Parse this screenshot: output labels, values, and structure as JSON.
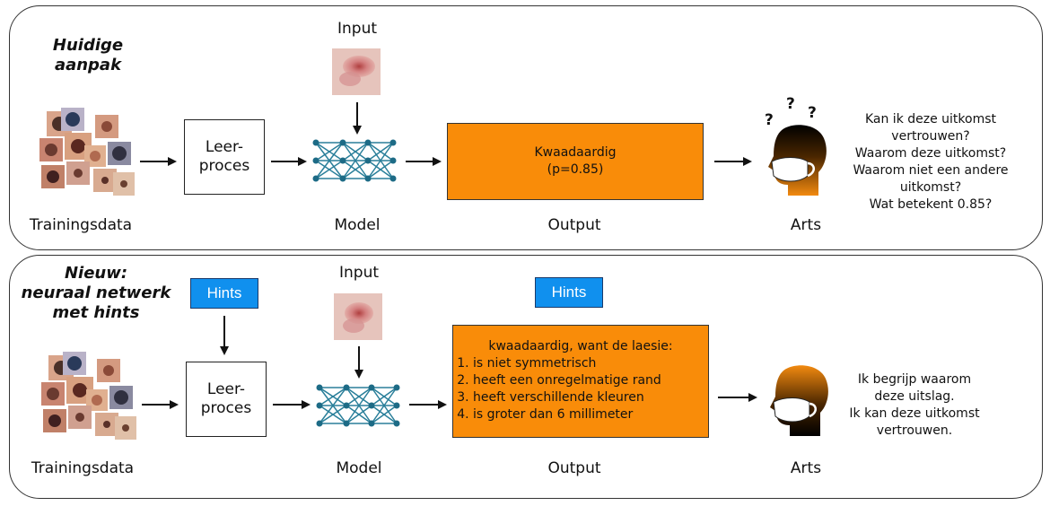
{
  "top": {
    "title_line1": "Huidige",
    "title_line2": "aanpak",
    "input_label": "Input",
    "process_line1": "Leer-",
    "process_line2": "proces",
    "output_line1": "Kwaadaardig",
    "output_line2": "(p=0.85)",
    "labels": {
      "trainingsdata": "Trainingsdata",
      "model": "Model",
      "output": "Output",
      "arts": "Arts"
    },
    "question_marks": [
      "?",
      "?",
      "?"
    ],
    "questions": [
      "Kan ik deze uitkomst",
      "vertrouwen?",
      "Waarom deze uitkomst?",
      "Waarom niet een andere",
      "uitkomst?",
      "Wat betekent 0.85?"
    ]
  },
  "bottom": {
    "title_line1": "Nieuw:",
    "title_line2": "neuraal netwerk",
    "title_line3": "met hints",
    "input_label": "Input",
    "hints_label_1": "Hints",
    "hints_label_2": "Hints",
    "process_line1": "Leer-",
    "process_line2": "proces",
    "output_heading": "kwaadaardig, want de laesie:",
    "output_items": [
      "is niet symmetrisch",
      "heeft een onregelmatige rand",
      "heeft verschillende kleuren",
      "is groter dan 6 millimeter"
    ],
    "labels": {
      "trainingsdata": "Trainingsdata",
      "model": "Model",
      "output": "Output",
      "arts": "Arts"
    },
    "statement": [
      "Ik begrijp waarom",
      "deze uitslag.",
      "Ik kan deze uitkomst",
      "vertrouwen."
    ]
  },
  "colors": {
    "orange": "#f98c09",
    "hints_blue": "#1090ee",
    "network": "#2a7f9a"
  },
  "icons": {
    "doctor": "doctor-head-mask-icon",
    "network": "neural-network-icon",
    "skin": "skin-lesion-image"
  }
}
